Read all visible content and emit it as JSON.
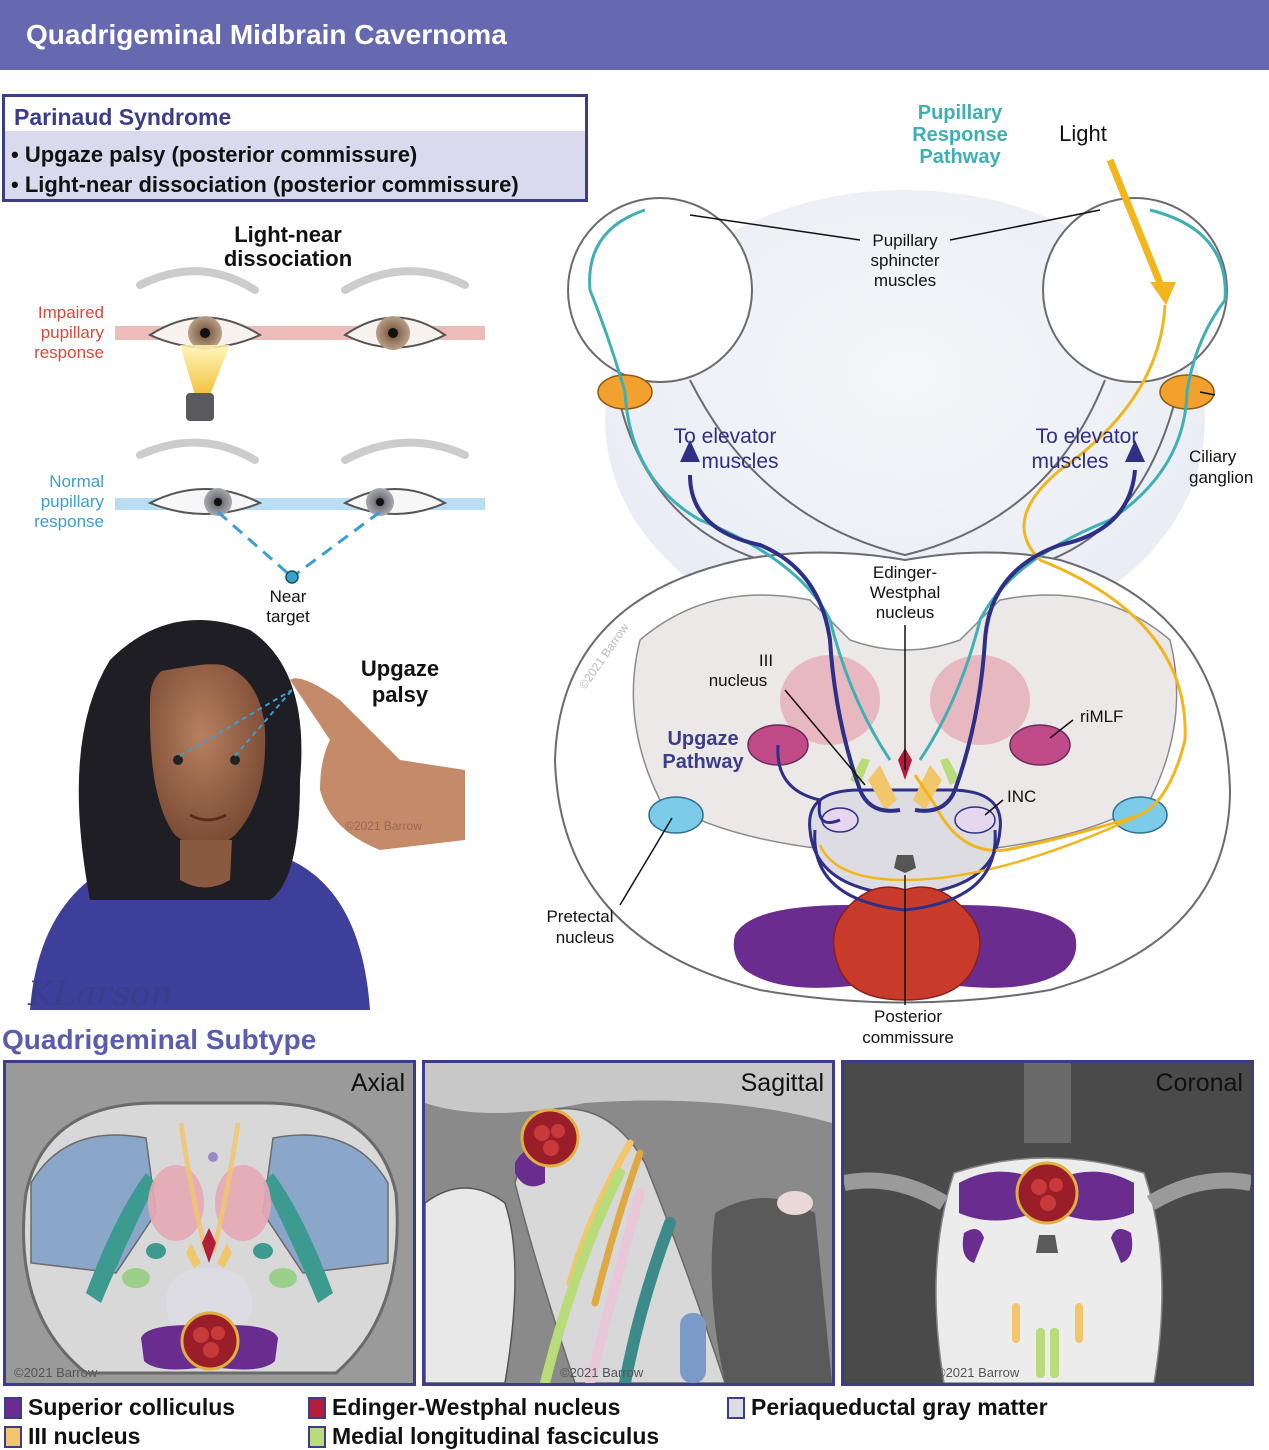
{
  "header": {
    "title": "Quadrigeminal Midbrain Cavernoma"
  },
  "syndrome": {
    "title": "Parinaud Syndrome",
    "bullets": [
      "• Upgaze palsy (posterior commissure)",
      "• Light-near dissociation (posterior commissure)"
    ]
  },
  "left": {
    "lnd_title_1": "Light-near",
    "lnd_title_2": "dissociation",
    "impaired": [
      "Impaired",
      "pupillary",
      "response"
    ],
    "normal": [
      "Normal",
      "pupillary",
      "response"
    ],
    "near_target": [
      "Near",
      "target"
    ],
    "upgaze_palsy": [
      "Upgaze",
      "palsy"
    ],
    "copyright": "©2021 Barrow",
    "signature": "KLarson"
  },
  "diagram": {
    "pupillary_pathway": [
      "Pupillary",
      "Response",
      "Pathway"
    ],
    "light": "Light",
    "sphincter": [
      "Pupillary",
      "sphincter",
      "muscles"
    ],
    "elevator_left": [
      "To elevator",
      "muscles"
    ],
    "elevator_right": [
      "To elevator",
      "muscles"
    ],
    "ciliary": [
      "Ciliary",
      "ganglion"
    ],
    "ew_nucleus": [
      "Edinger-",
      "Westphal",
      "nucleus"
    ],
    "iii_nucleus": [
      "III",
      "nucleus"
    ],
    "rimlf": "riMLF",
    "upgaze_pathway": [
      "Upgaze",
      "Pathway"
    ],
    "inc": "INC",
    "pretectal": [
      "Pretectal",
      "nucleus"
    ],
    "posterior_commissure": [
      "Posterior",
      "commissure"
    ],
    "copyright": "©2021 Barrow"
  },
  "subtype": {
    "title": "Quadrigeminal Subtype",
    "panels": [
      {
        "label": "Axial",
        "copyright": "©2021 Barrow"
      },
      {
        "label": "Sagittal",
        "copyright": "©2021 Barrow"
      },
      {
        "label": "Coronal",
        "copyright": "©2021 Barrow"
      }
    ]
  },
  "legend": [
    {
      "label": "Superior colliculus",
      "color": "#6a2c8f"
    },
    {
      "label": "III nucleus",
      "color": "#f2c66a"
    },
    {
      "label": "Edinger-Westphal nucleus",
      "color": "#b01e3c"
    },
    {
      "label": "Medial longitudinal fasciculus",
      "color": "#b9dc7a"
    },
    {
      "label": "Periaqueductal gray matter",
      "color": "#dcdce2"
    }
  ],
  "colors": {
    "header": "#6668b0",
    "accent_navy": "#3b3c8a",
    "upgaze": "#2e2f86",
    "pupillary": "#3eb0b5",
    "light": "#f2b51c",
    "impaired": "#d9483b",
    "normal": "#3a9fd0"
  }
}
